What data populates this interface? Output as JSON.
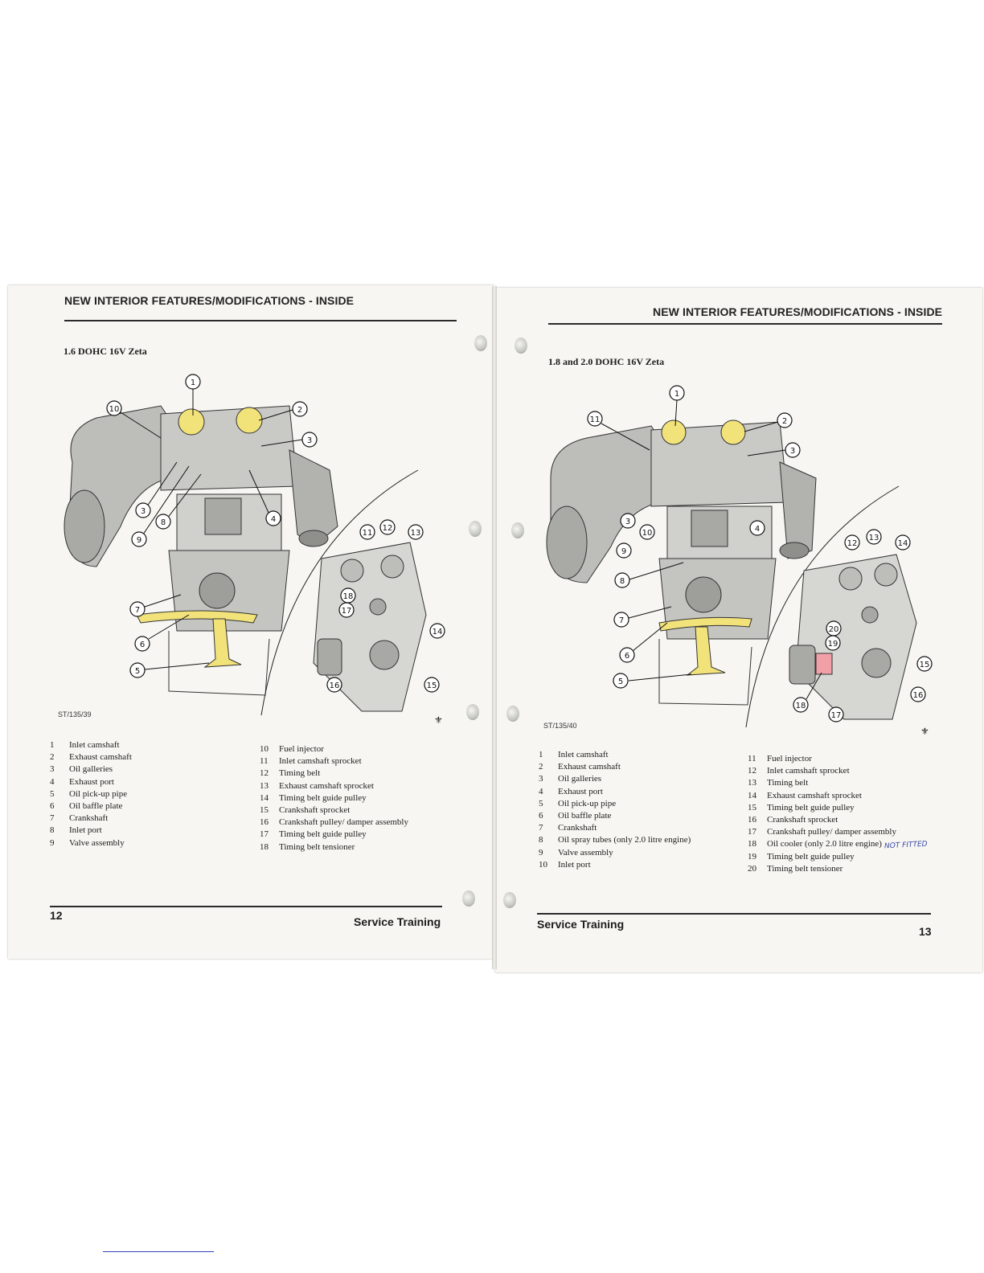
{
  "left_page": {
    "header": "NEW INTERIOR FEATURES/MODIFICATIONS - INSIDE",
    "subtitle": "1.6 DOHC 16V Zeta",
    "figure_code": "ST/135/39",
    "callouts": [
      "1",
      "2",
      "3",
      "3",
      "4",
      "5",
      "6",
      "7",
      "8",
      "9",
      "10",
      "11",
      "12",
      "13",
      "14",
      "15",
      "16",
      "17",
      "18"
    ],
    "legend_col1": [
      {
        "num": "1",
        "label": "Inlet camshaft"
      },
      {
        "num": "2",
        "label": "Exhaust camshaft"
      },
      {
        "num": "3",
        "label": "Oil galleries"
      },
      {
        "num": "4",
        "label": "Exhaust port"
      },
      {
        "num": "5",
        "label": "Oil pick-up pipe"
      },
      {
        "num": "6",
        "label": "Oil baffle plate"
      },
      {
        "num": "7",
        "label": "Crankshaft"
      },
      {
        "num": "8",
        "label": "Inlet port"
      },
      {
        "num": "9",
        "label": "Valve assembly"
      }
    ],
    "legend_col2": [
      {
        "num": "10",
        "label": "Fuel injector"
      },
      {
        "num": "11",
        "label": "Inlet camshaft sprocket"
      },
      {
        "num": "12",
        "label": "Timing belt"
      },
      {
        "num": "13",
        "label": "Exhaust camshaft sprocket"
      },
      {
        "num": "14",
        "label": "Timing belt guide pulley"
      },
      {
        "num": "15",
        "label": "Crankshaft sprocket"
      },
      {
        "num": "16",
        "label": "Crankshaft pulley/ damper assembly"
      },
      {
        "num": "17",
        "label": "Timing belt guide pulley"
      },
      {
        "num": "18",
        "label": "Timing belt tensioner"
      }
    ],
    "page_number": "12",
    "footer": "Service Training"
  },
  "right_page": {
    "header": "NEW INTERIOR FEATURES/MODIFICATIONS - INSIDE",
    "subtitle": "1.8 and 2.0 DOHC 16V Zeta",
    "figure_code": "ST/135/40",
    "callouts": [
      "1",
      "2",
      "3",
      "3",
      "4",
      "5",
      "6",
      "7",
      "8",
      "9",
      "10",
      "11",
      "12",
      "13",
      "14",
      "15",
      "16",
      "17",
      "18",
      "19",
      "20"
    ],
    "legend_col1": [
      {
        "num": "1",
        "label": "Inlet camshaft"
      },
      {
        "num": "2",
        "label": "Exhaust camshaft"
      },
      {
        "num": "3",
        "label": "Oil galleries"
      },
      {
        "num": "4",
        "label": "Exhaust port"
      },
      {
        "num": "5",
        "label": "Oil pick-up pipe"
      },
      {
        "num": "6",
        "label": "Oil baffle plate"
      },
      {
        "num": "7",
        "label": "Crankshaft"
      },
      {
        "num": "8",
        "label": "Oil spray tubes (only 2.0 litre engine)"
      },
      {
        "num": "9",
        "label": "Valve assembly"
      },
      {
        "num": "10",
        "label": "Inlet port"
      }
    ],
    "legend_col2": [
      {
        "num": "11",
        "label": "Fuel injector"
      },
      {
        "num": "12",
        "label": "Inlet camshaft sprocket"
      },
      {
        "num": "13",
        "label": "Timing belt"
      },
      {
        "num": "14",
        "label": "Exhaust camshaft sprocket"
      },
      {
        "num": "15",
        "label": "Timing belt guide pulley"
      },
      {
        "num": "16",
        "label": "Crankshaft sprocket"
      },
      {
        "num": "17",
        "label": "Crankshaft pulley/ damper assembly"
      },
      {
        "num": "18",
        "label": "Oil cooler (only 2.0 litre engine)"
      },
      {
        "num": "19",
        "label": "Timing belt guide pulley"
      },
      {
        "num": "20",
        "label": "Timing belt tensioner"
      }
    ],
    "handwritten_note": "NOT FITTED",
    "page_number": "13",
    "footer": "Service Training"
  },
  "colors": {
    "highlight_yellow": "#f2e27a",
    "highlight_pink": "#f1a0a8",
    "engine_grey": "#b9b9b6",
    "ink": "#1c1c1c"
  }
}
